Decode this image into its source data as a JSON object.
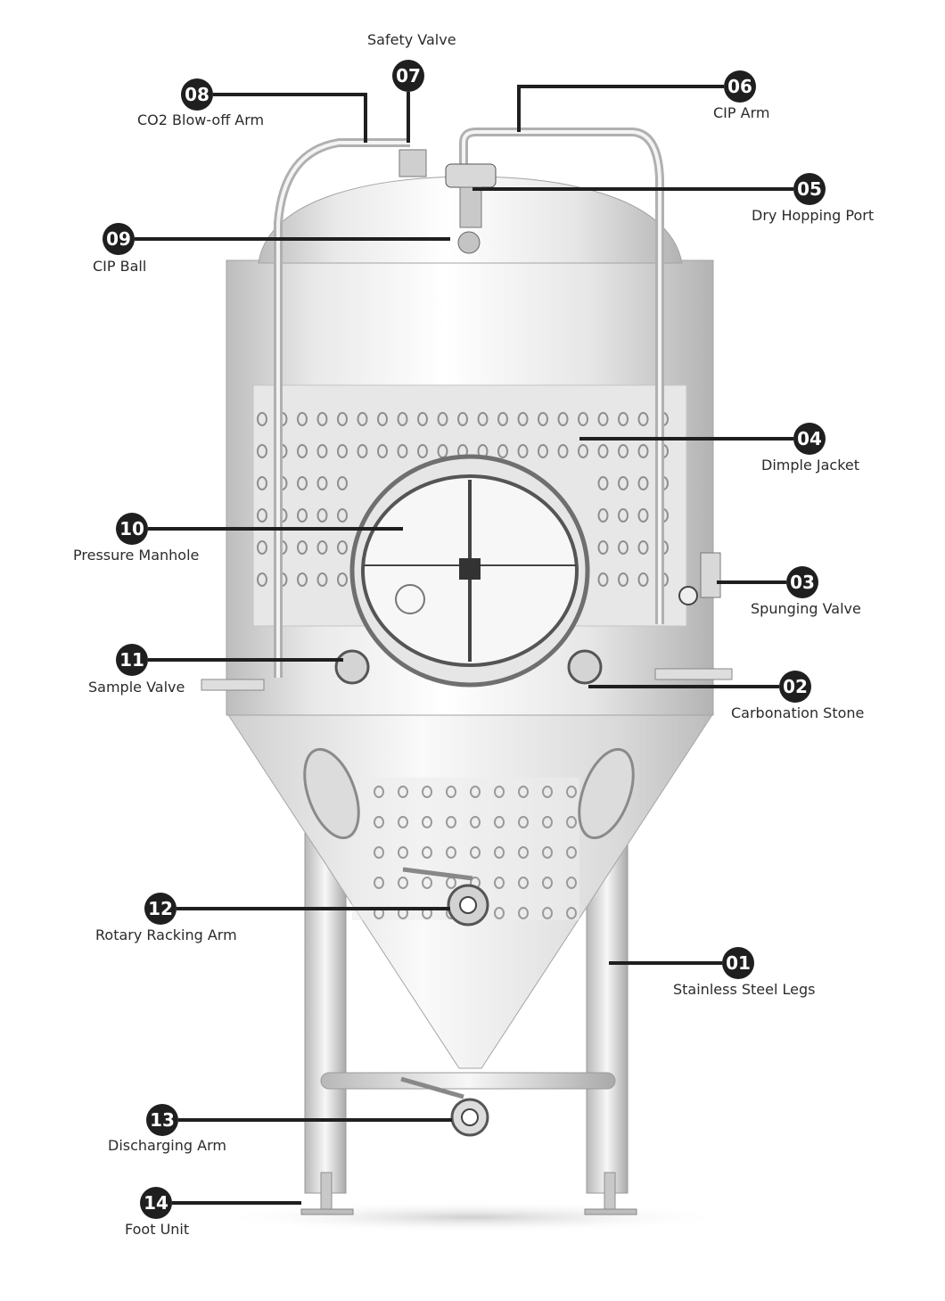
{
  "callouts": [
    {
      "num": "01",
      "label": "Stainless Steel Legs"
    },
    {
      "num": "02",
      "label": "Carbonation Stone"
    },
    {
      "num": "03",
      "label": "Spunging Valve"
    },
    {
      "num": "04",
      "label": "Dimple Jacket"
    },
    {
      "num": "05",
      "label": "Dry Hopping Port"
    },
    {
      "num": "06",
      "label": "CIP Arm"
    },
    {
      "num": "07",
      "label": "Safety Valve"
    },
    {
      "num": "08",
      "label": "CO2 Blow-off Arm"
    },
    {
      "num": "09",
      "label": "CIP Ball"
    },
    {
      "num": "10",
      "label": "Pressure Manhole"
    },
    {
      "num": "11",
      "label": "Sample Valve"
    },
    {
      "num": "12",
      "label": "Rotary Racking Arm"
    },
    {
      "num": "13",
      "label": "Discharging Arm"
    },
    {
      "num": "14",
      "label": "Foot Unit"
    }
  ],
  "colors": {
    "badge": "#1f1f1f",
    "leader": "#1f1f1f",
    "steel_light": "#f2f2f2",
    "steel_mid": "#d6d6d6",
    "steel_dark": "#9a9a9a"
  }
}
